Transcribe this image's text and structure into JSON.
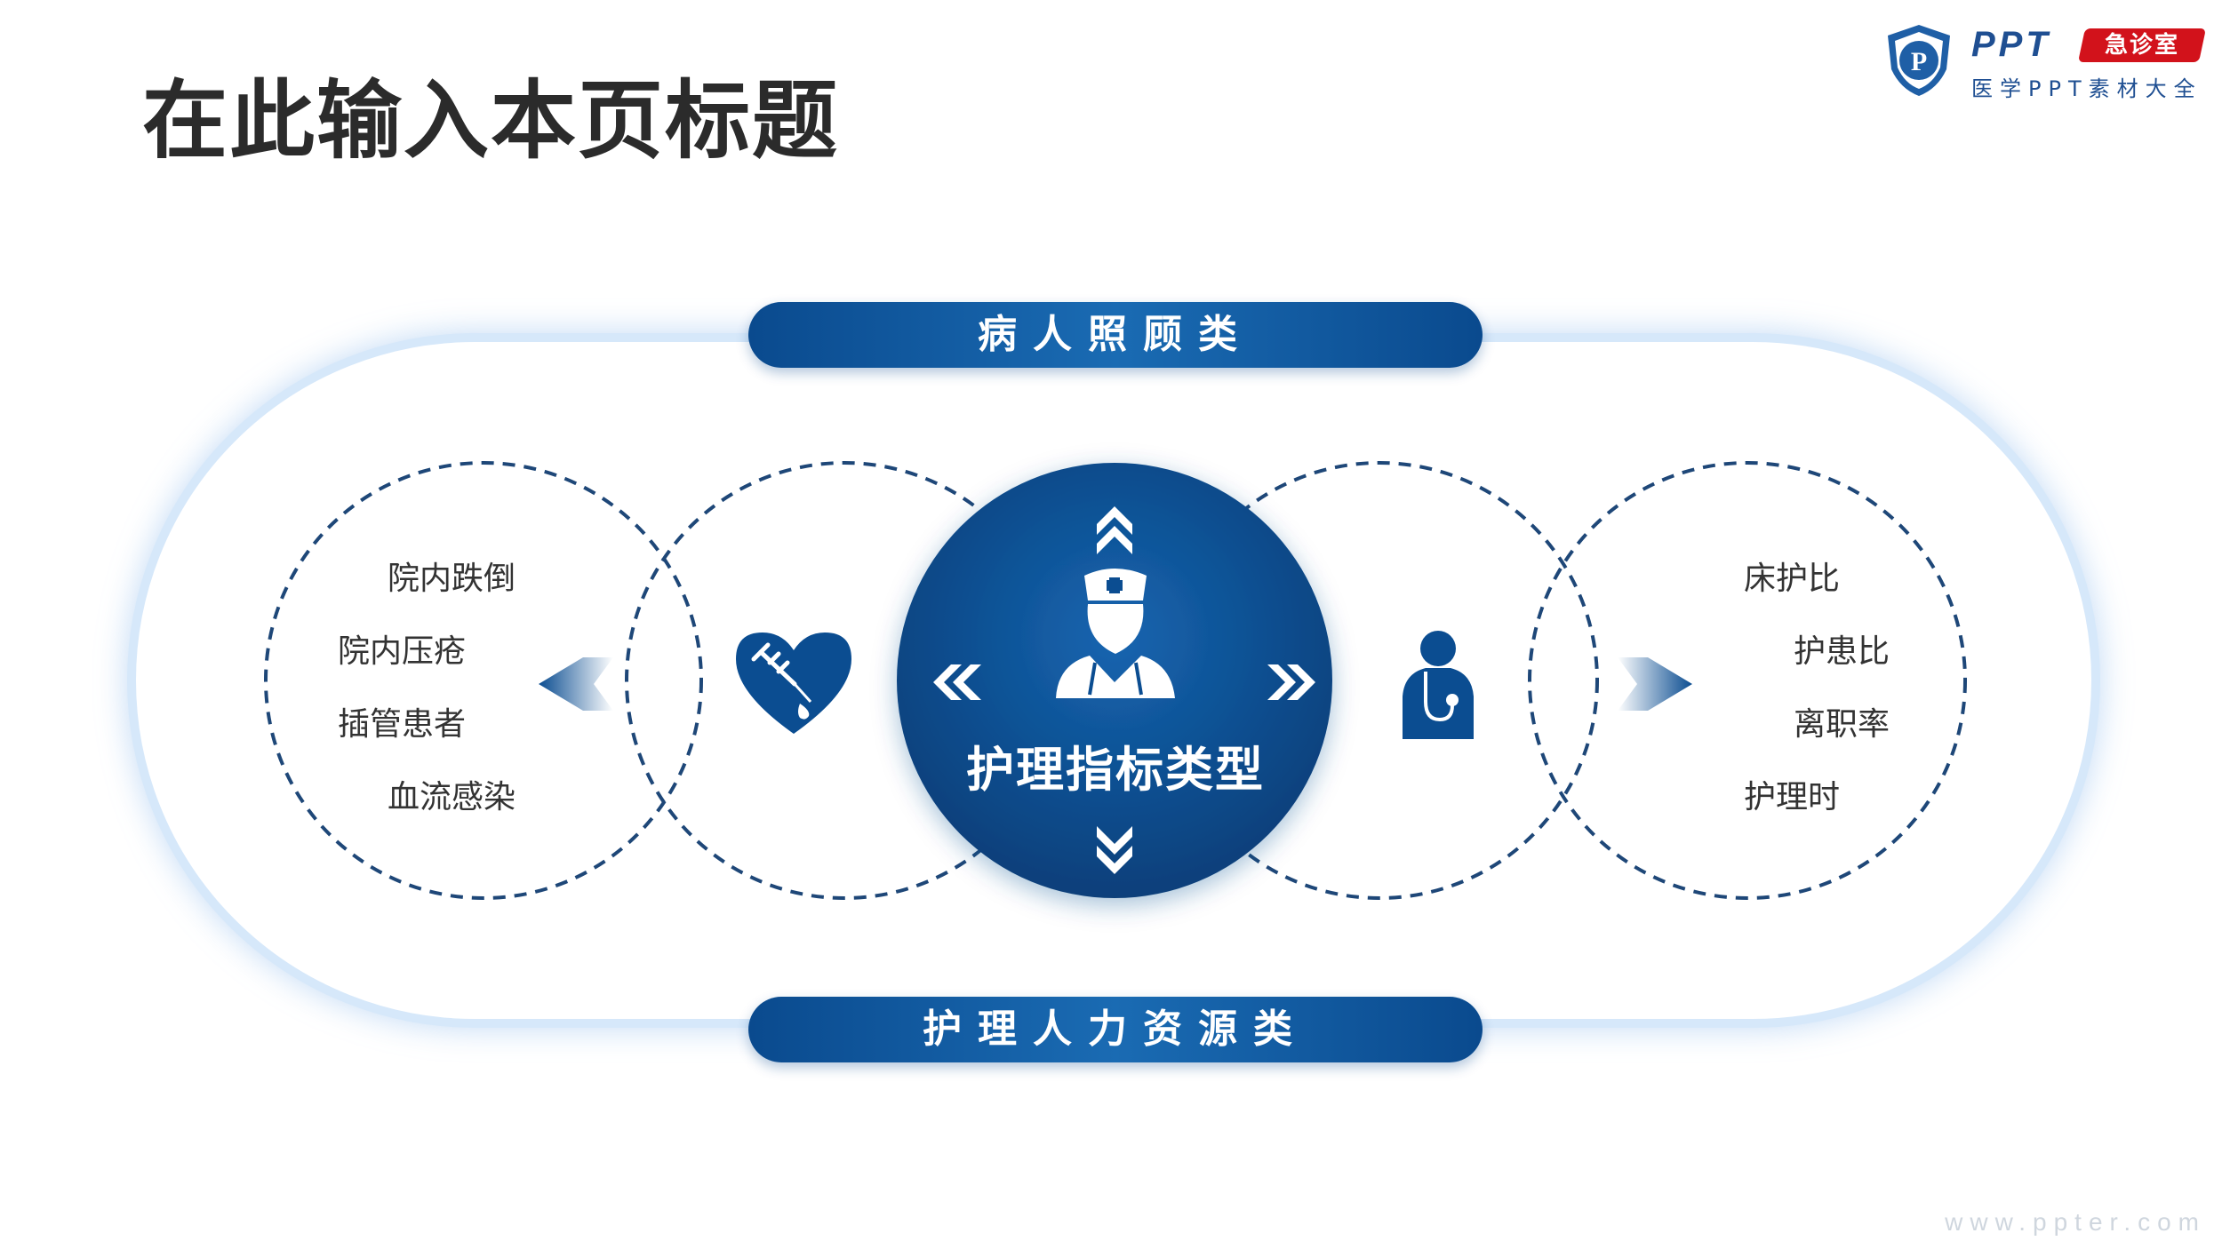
{
  "page": {
    "title": "在此输入本页标题"
  },
  "logo": {
    "brand": "PPT",
    "badge": "急诊室",
    "subtitle": "医学PPT素材大全",
    "shield_letter": "P"
  },
  "diagram": {
    "center_label": "护理指标类型",
    "top_category": "病人照顾类",
    "bottom_category": "护理人力资源类",
    "left_items": [
      "院内跌倒",
      "院内压疮",
      "插管患者",
      "血流感染"
    ],
    "right_items": [
      "床护比",
      "护患比",
      "离职率",
      "护理时"
    ],
    "accent_color": "#0b4d91",
    "dashed_color": "#1e4778"
  },
  "footer": {
    "watermark": "www.ppter.com"
  }
}
